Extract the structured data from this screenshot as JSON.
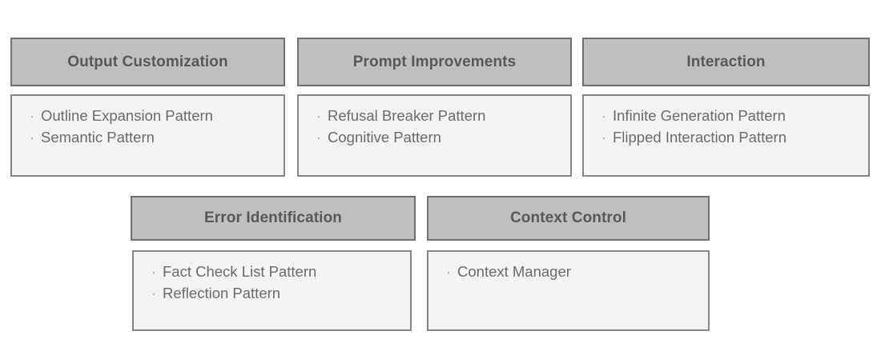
{
  "diagram": {
    "type": "category-grid",
    "bullet_glyph": "·",
    "colors": {
      "header_fill": "#bfbfbf",
      "header_border": "#6f6f6f",
      "header_text": "#595959",
      "body_fill": "#f4f4f4",
      "body_border": "#868686",
      "body_text": "#6b6b6b",
      "background": "#ffffff"
    },
    "rows": [
      {
        "groups": [
          {
            "title": "Output Customization",
            "patterns": [
              "Outline Expansion Pattern",
              "Semantic Pattern"
            ]
          },
          {
            "title": "Prompt Improvements",
            "patterns": [
              "Refusal Breaker Pattern",
              "Cognitive Pattern"
            ]
          },
          {
            "title": "Interaction",
            "patterns": [
              "Infinite Generation Pattern",
              "Flipped Interaction Pattern"
            ]
          }
        ]
      },
      {
        "groups": [
          {
            "title": "Error Identification",
            "patterns": [
              "Fact Check List Pattern",
              "Reflection Pattern"
            ]
          },
          {
            "title": "Context Control",
            "patterns": [
              "Context Manager"
            ]
          }
        ]
      }
    ]
  }
}
